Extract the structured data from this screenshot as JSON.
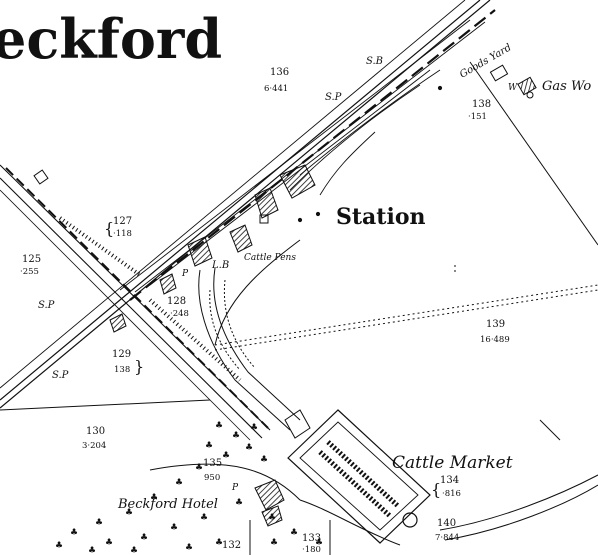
{
  "map": {
    "place_name": "eckford",
    "station": "Station",
    "cattle_market": "Cattle Market",
    "cattle_pens": "Cattle Pens",
    "goods_yard": "Goods Yard",
    "gas_works": "Gas Wo",
    "hotel": "Beckford Hotel",
    "marks": {
      "sb": "S.B",
      "sp_top": "S.P",
      "sp_left": "S.P",
      "sp_bottom": "S.P",
      "lb": "L.B",
      "w": "W",
      "p_station": "P",
      "p_hotel": "P"
    },
    "parcels": [
      {
        "num": "136",
        "area": "6·441"
      },
      {
        "num": "138",
        "area": "·151"
      },
      {
        "num": "127",
        "area": "·118"
      },
      {
        "num": "125",
        "area": "·255"
      },
      {
        "num": "128",
        "area": "·248"
      },
      {
        "num": "139",
        "area": "16·489"
      },
      {
        "num": "129",
        "area": "138"
      },
      {
        "num": "130",
        "area": "3·204"
      },
      {
        "num": "135",
        "area": "950"
      },
      {
        "num": "134",
        "area": "·816"
      },
      {
        "num": "140",
        "area": "7·844"
      },
      {
        "num": "133",
        "area": "·180"
      },
      {
        "num": "132",
        "area": ""
      }
    ]
  }
}
